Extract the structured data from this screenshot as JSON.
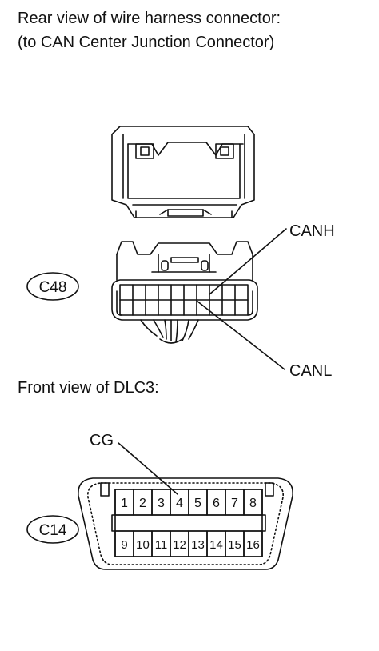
{
  "captions": {
    "rear_view_line1": "Rear view of wire harness connector:",
    "rear_view_line2": "(to CAN Center Junction Connector)",
    "front_view": "Front view of DLC3:"
  },
  "connectors": {
    "c48": {
      "code": "C48"
    },
    "c14": {
      "code": "C14"
    }
  },
  "labels": {
    "canh": "CANH",
    "canl": "CANL",
    "cg": "CG"
  },
  "dlc3_pins": {
    "top_row": [
      "1",
      "2",
      "3",
      "4",
      "5",
      "6",
      "7",
      "8"
    ],
    "bottom_row": [
      "9",
      "10",
      "11",
      "12",
      "13",
      "14",
      "15",
      "16"
    ]
  }
}
